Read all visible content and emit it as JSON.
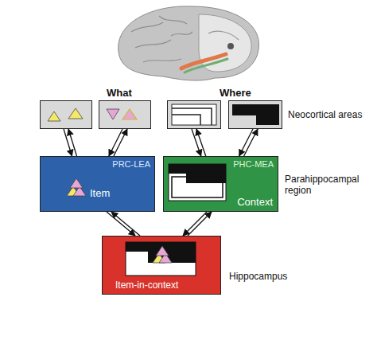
{
  "diagram": {
    "nodes": [
      {
        "text": []
      },
      {
        "text": []
      },
      {
        "text": []
      },
      {
        "text": []
      },
      {
        "text": [
          "PRC-LEA",
          "Item"
        ]
      },
      {
        "text": [
          "PHC-MEA",
          "Context"
        ]
      },
      {
        "text": [
          "Item-in-context"
        ]
      }
    ],
    "edges": [
      {
        "from": 0,
        "to": 4,
        "arrow": "both"
      },
      {
        "from": 1,
        "to": 4,
        "arrow": "both"
      },
      {
        "from": 2,
        "to": 5,
        "arrow": "both"
      },
      {
        "from": 3,
        "to": 5,
        "arrow": "both"
      },
      {
        "from": 4,
        "to": 6,
        "arrow": "both"
      },
      {
        "from": 5,
        "to": 6,
        "arrow": "both"
      }
    ],
    "labels": [
      "What",
      "Where",
      "Neocortical areas",
      "Parahippocampal region",
      "Hippocampus"
    ]
  }
}
